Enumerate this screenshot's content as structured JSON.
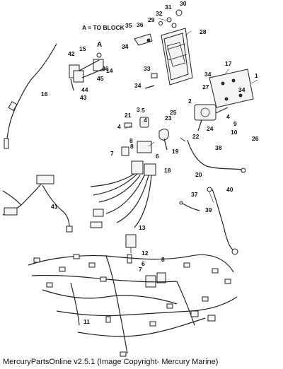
{
  "note": "A = TO BLOCK",
  "marker_a": "A",
  "callouts": [
    "1",
    "2",
    "3",
    "4",
    "5",
    "6",
    "7",
    "8",
    "9",
    "10",
    "11",
    "12",
    "13",
    "14",
    "15",
    "16",
    "17",
    "18",
    "19",
    "20",
    "21",
    "22",
    "23",
    "24",
    "25",
    "26",
    "27",
    "28",
    "29",
    "30",
    "31",
    "32",
    "33",
    "34",
    "35",
    "36",
    "37",
    "38",
    "39",
    "40",
    "41",
    "42",
    "43",
    "44",
    "45",
    "46"
  ],
  "footer": "MercuryPartsOnline v2.5.1 (Image Copyright- Mercury Marine)"
}
